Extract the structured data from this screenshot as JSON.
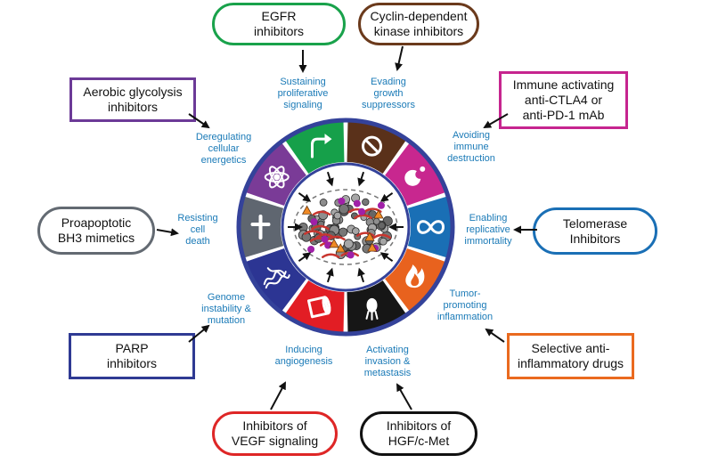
{
  "colors": {
    "label_blue": "#1a7ab7",
    "ring_border": "#34429a",
    "arrow": "#111111"
  },
  "drugs": [
    {
      "id": "egfr",
      "text": "EGFR\ninhibitors",
      "color": "#19a24b",
      "shape": "pill"
    },
    {
      "id": "cdk",
      "text": "Cyclin-dependent\nkinase inhibitors",
      "color": "#6b3a1c",
      "shape": "pill"
    },
    {
      "id": "aerobic",
      "text": "Aerobic glycolysis\ninhibitors",
      "color": "#6c3a97",
      "shape": "rect"
    },
    {
      "id": "immune",
      "text": "Immune activating\nanti-CTLA4 or\nanti-PD-1 mAb",
      "color": "#c6258f",
      "shape": "rect"
    },
    {
      "id": "proapoptotic",
      "text": "Proapoptotic\nBH3 mimetics",
      "color": "#636a72",
      "shape": "pill"
    },
    {
      "id": "telomerase",
      "text": "Telomerase\nInhibitors",
      "color": "#1a6fb5",
      "shape": "pill"
    },
    {
      "id": "parp",
      "text": "PARP\ninhibitors",
      "color": "#2f3a93",
      "shape": "rect"
    },
    {
      "id": "selective",
      "text": "Selective anti-\ninflammatory drugs",
      "color": "#ea6a1f",
      "shape": "rect"
    },
    {
      "id": "vegf",
      "text": "Inhibitors of\nVEGF signaling",
      "color": "#de2626",
      "shape": "pill"
    },
    {
      "id": "hgf",
      "text": "Inhibitors of\nHGF/c-Met",
      "color": "#111111",
      "shape": "pill"
    }
  ],
  "hallmarks": [
    {
      "id": "sustaining",
      "text": "Sustaining\nproliferative\nsignaling",
      "color": "#16a04a",
      "icon": "arrow-turn-icon"
    },
    {
      "id": "evading",
      "text": "Evading\ngrowth\nsuppressors",
      "color": "#5a311a",
      "icon": "prohibition-icon"
    },
    {
      "id": "avoiding",
      "text": "Avoiding\nimmune\ndestruction",
      "color": "#c8278f",
      "icon": "immune-cell-icon"
    },
    {
      "id": "enabling",
      "text": "Enabling\nreplicative\nimmortality",
      "color": "#1a6fb5",
      "icon": "infinity-icon"
    },
    {
      "id": "tumor",
      "text": "Tumor-\npromoting\ninflammation",
      "color": "#e8621e",
      "icon": "flame-icon"
    },
    {
      "id": "activating",
      "text": "Activating\ninvasion &\nmetastasis",
      "color": "#161616",
      "icon": "cell-migration-icon"
    },
    {
      "id": "inducing",
      "text": "Inducing\nangiogenesis",
      "color": "#e21d24",
      "icon": "blood-vessel-icon"
    },
    {
      "id": "genome",
      "text": "Genome\ninstability &\nmutation",
      "color": "#2c3593",
      "icon": "chromosome-icon"
    },
    {
      "id": "resisting",
      "text": "Resisting\ncell\ndeath",
      "color": "#5f6670",
      "icon": "cross-icon"
    },
    {
      "id": "deregulating",
      "text": "Deregulating\ncellular\nenergetics",
      "color": "#7a3b97",
      "icon": "atom-icon"
    }
  ]
}
